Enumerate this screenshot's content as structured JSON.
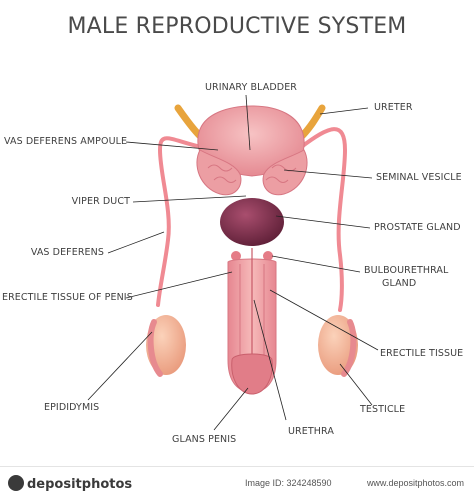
{
  "title": "MALE REPRODUCTIVE SYSTEM",
  "labels": {
    "urinary_bladder": "URINARY BLADDER",
    "ureter": "URETER",
    "vas_deferens_ampoule": "VAS DEFERENS AMPOULE",
    "seminal_vesicle": "SEMINAL VESICLE",
    "viper_duct": "VIPER DUCT",
    "prostate_gland": "PROSTATE GLAND",
    "vas_deferens": "VAS DEFERENS",
    "bulbourethral_line1": "BULBOURETHRAL",
    "bulbourethral_line2": "GLAND",
    "erectile_tissue_of_penis": "ERECTILE TISSUE OF PENIS",
    "erectile_tissue": "ERECTILE TISSUE",
    "epididymis": "EPIDIDYMIS",
    "testicle": "TESTICLE",
    "glans_penis": "GLANS PENIS",
    "urethra": "URETHRA"
  },
  "watermark": {
    "brand": "depositphotos",
    "image_id": "Image ID: 324248590",
    "url": "www.depositphotos.com"
  },
  "colors": {
    "organ_light": "#f2aeae",
    "organ_mid": "#e98e92",
    "organ_dark": "#d96d78",
    "bladder": "#f0a6ab",
    "prostate": "#7a2d4a",
    "ureter": "#e8a43c",
    "duct": "#f08a93",
    "testicle": "#f3b392",
    "leader_line": "#222222"
  }
}
